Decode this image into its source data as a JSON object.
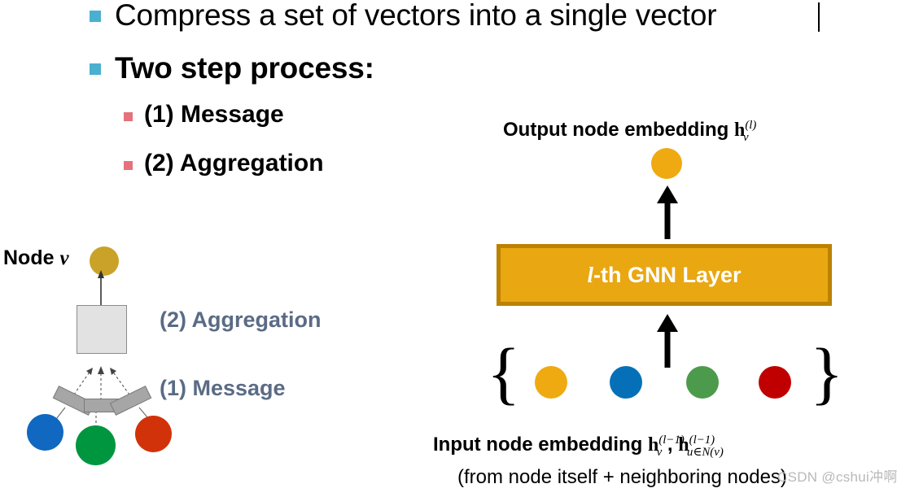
{
  "slide": {
    "background": "#ffffff",
    "bullets": [
      {
        "level": 1,
        "text": "Compress a set of vectors into a single vector",
        "bold": false,
        "marker_color": "#4BAFD0"
      },
      {
        "level": 1,
        "text": "Two step process:",
        "bold": true,
        "marker_color": "#4BAFD0"
      },
      {
        "level": 2,
        "text": "(1) Message",
        "bold": true,
        "marker_color": "#E5717C"
      },
      {
        "level": 2,
        "text": "(2) Aggregation",
        "bold": true,
        "marker_color": "#E5717C"
      }
    ],
    "text_cursor_visible": true
  },
  "left_diagram": {
    "node_label_prefix": "Node ",
    "node_label_var": "v",
    "center_node_color": "#C9A227",
    "aggregation_box_color": "#E2E2E2",
    "message_bar_color": "#A6A6A6",
    "neighbor_nodes": [
      {
        "name": "blue-node",
        "color": "#1068C0"
      },
      {
        "name": "green-node",
        "color": "#009640"
      },
      {
        "name": "red-node",
        "color": "#D2320A"
      }
    ],
    "step_labels": [
      {
        "text": "(2) Aggregation",
        "color": "#5A6B85"
      },
      {
        "text": "(1) Message",
        "color": "#5A6B85"
      }
    ]
  },
  "right_diagram": {
    "output_label": {
      "text": "Output node embedding ",
      "symbol_h": "h",
      "sub": "v",
      "sup": "(l)"
    },
    "output_node_color": "#EFAA11",
    "gnn_layer": {
      "label_italic": "l",
      "label_rest": "-th GNN Layer",
      "fill": "#E9A712",
      "border": "#BC8100",
      "text_color": "#ffffff"
    },
    "input_nodes": [
      {
        "name": "yellow-node",
        "color": "#EFAA11"
      },
      {
        "name": "blue-node",
        "color": "#0570B8"
      },
      {
        "name": "green-node",
        "color": "#4C9B4C"
      },
      {
        "name": "red-node",
        "color": "#C00000"
      }
    ],
    "brace_left": "{",
    "brace_right": "}",
    "input_label": {
      "text": "Input node embedding ",
      "symbol_h": "h",
      "sub1": "v",
      "sup1": "(l−1)",
      "comma": " , ",
      "sub2": "u∈N(v)",
      "sup2": "(l−1)"
    },
    "input_sublabel": "(from node itself + neighboring nodes)"
  },
  "watermark": {
    "text": "CSDN @cshui冲啊",
    "color": "#b9b9b9"
  }
}
